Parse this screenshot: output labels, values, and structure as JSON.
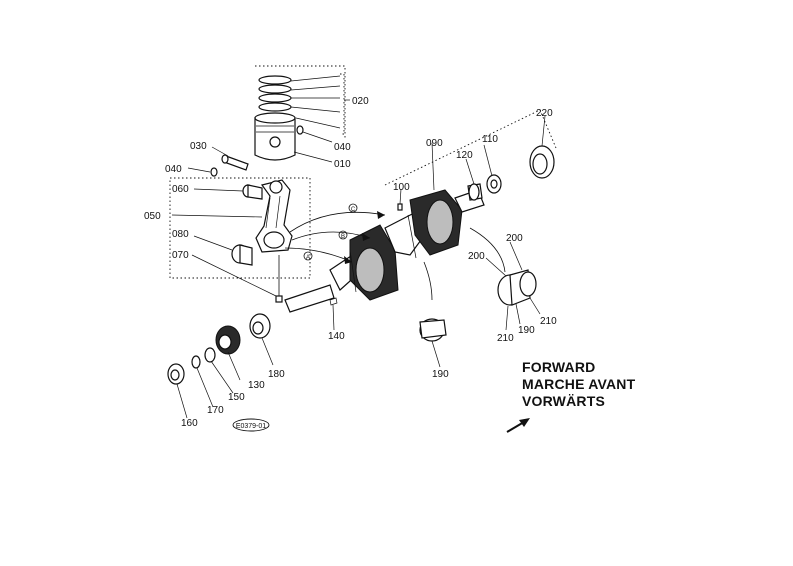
{
  "direction_text": {
    "en": "FORWARD",
    "fr": "MARCHE AVANT",
    "de": "VORWÄRTS"
  },
  "figure_code": "E0379-01",
  "part_labels": {
    "p010": "010",
    "p020": "020",
    "p030": "030",
    "p040a": "040",
    "p040b": "040",
    "p050": "050",
    "p060": "060",
    "p070": "070",
    "p080": "080",
    "p090": "090",
    "p100": "100",
    "p110": "110",
    "p120": "120",
    "p130": "130",
    "p140": "140",
    "p150": "150",
    "p160": "160",
    "p170": "170",
    "p180": "180",
    "p190a": "190",
    "p190b": "190",
    "p200a": "200",
    "p200b": "200",
    "p210a": "210",
    "p210b": "210",
    "p220": "220"
  },
  "callouts": {
    "A": "A",
    "B": "B",
    "C": "C"
  }
}
